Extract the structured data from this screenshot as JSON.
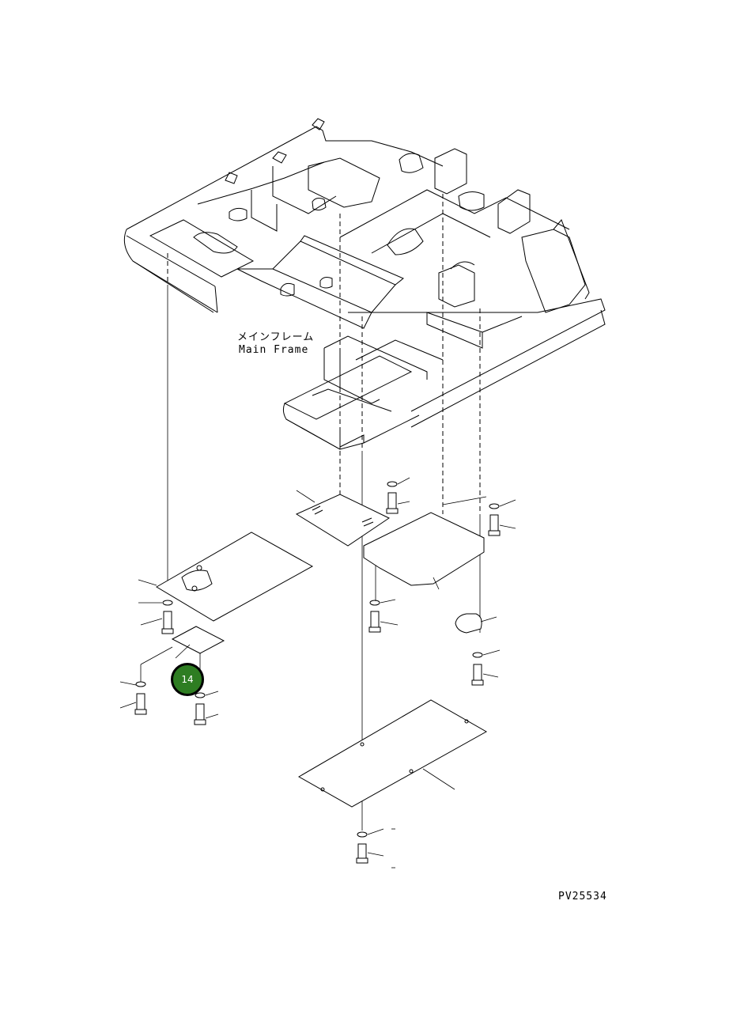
{
  "diagram": {
    "label_main_frame_jp": "メインフレーム",
    "label_main_frame_en": "Main Frame",
    "drawing_number": "PV25534"
  },
  "callouts": [
    {
      "number": "14",
      "color": "#2e7d22"
    }
  ]
}
